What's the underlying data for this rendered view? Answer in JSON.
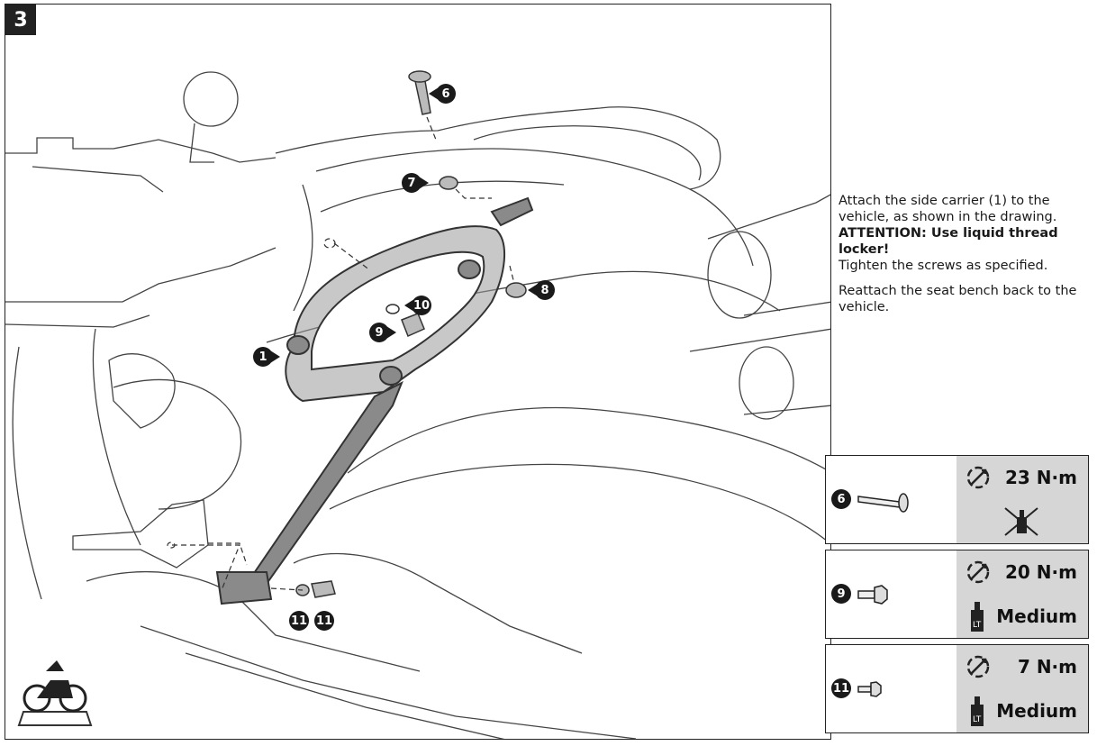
{
  "step": {
    "number": "3"
  },
  "callouts": {
    "c1": "1",
    "c6": "6",
    "c7": "7",
    "c8": "8",
    "c9": "9",
    "c10": "10",
    "c11a": "11",
    "c11b": "11"
  },
  "instructions": {
    "line1": "Attach the side carrier (1) to the vehicle, as shown in the drawing.",
    "attention": "ATTENTION: Use liquid thread locker!",
    "line2": "Tighten the screws as specified.",
    "line3": "Reattach the seat bench back to the vehicle."
  },
  "specs": [
    {
      "part": "6",
      "torque": "23 N·m",
      "locker": "",
      "locker_icon": "no-thread-locker-icon"
    },
    {
      "part": "9",
      "torque": "20 N·m",
      "locker": "Medium",
      "locker_icon": "thread-locker-bottle-icon"
    },
    {
      "part": "11",
      "torque": "7 N·m",
      "locker": "Medium",
      "locker_icon": "thread-locker-bottle-icon"
    }
  ],
  "icons": {
    "torque": "torque-wrench-icon",
    "corner": "motorcycle-side-view-icon"
  },
  "colors": {
    "spec_fill": "#d6d6d6",
    "line": "#222222",
    "carrier": "#8a8a8a"
  }
}
